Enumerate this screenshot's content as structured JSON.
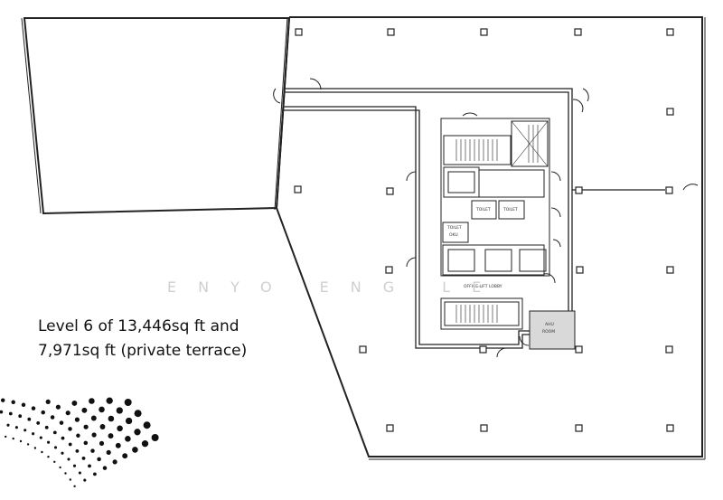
{
  "caption": {
    "line1": "Level 6 of 13,446sq ft and",
    "line2": "7,971sq ft (private terrace)"
  },
  "watermark": "ENYO ENG LE",
  "core_labels": {
    "toilet_1": "TOILET",
    "toilet_2": "TOILET",
    "toilet_side": "TOILET",
    "toilet_side_2": "OKU",
    "office_lobby": "OFFICE LIFT LOBBY",
    "ahu": "AHU",
    "ahu_2": "ROOM"
  },
  "colors": {
    "line": "#222222",
    "ahu_fill": "#d9d9d9",
    "dots": "#111111"
  }
}
